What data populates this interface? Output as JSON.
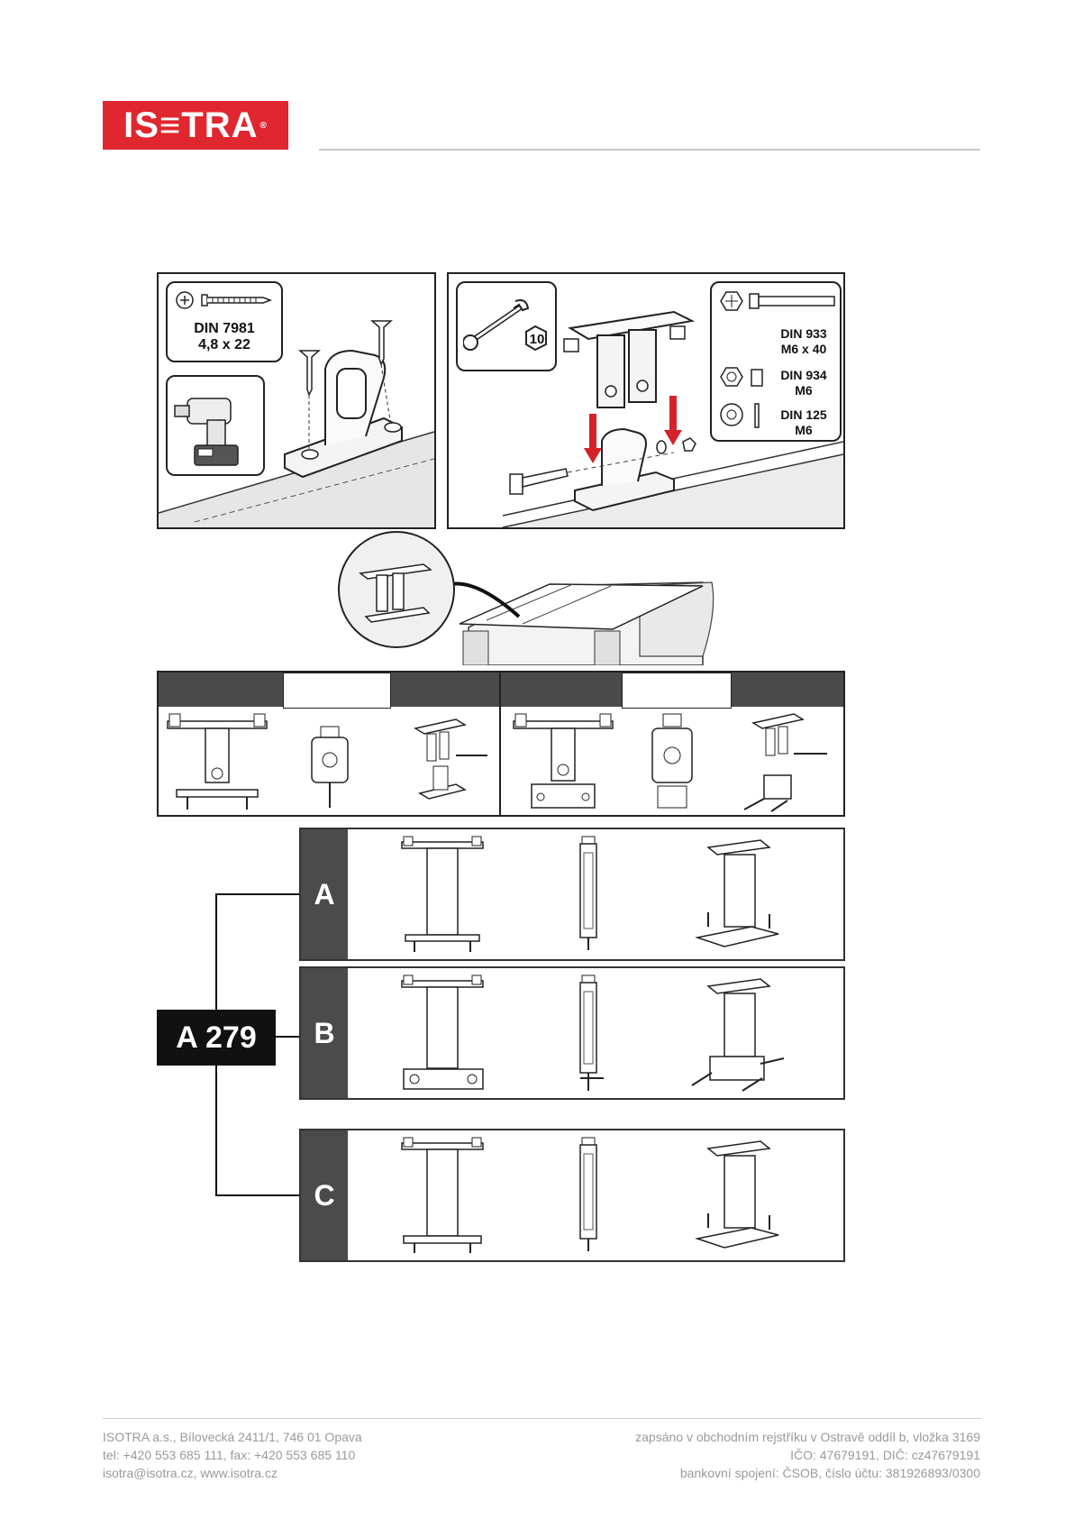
{
  "header": {
    "logo_text": "IS≡TRA",
    "logo_mark": "®",
    "brand_color": "#e0262e"
  },
  "step1": {
    "screw_spec": {
      "line1": "DIN 7981",
      "line2": "4,8 x 22"
    },
    "screw_icon": "pan-head-screw-icon",
    "tool_icon": "cordless-drill-icon"
  },
  "step2": {
    "wrench_size": "10",
    "tool_icon": "wrench-icon",
    "bolt_spec": {
      "line1": "DIN 933",
      "line2": "M6 x 40"
    },
    "nut_spec": {
      "line1": "DIN 934",
      "line2": "M6"
    },
    "washer_spec": {
      "line1": "DIN 125",
      "line2": "M6"
    },
    "arrow_color": "#d4222b"
  },
  "variants": {
    "left_label": "",
    "right_label": "",
    "band_color": "#4a4a4a"
  },
  "code": {
    "label": "A 279"
  },
  "rows": [
    {
      "letter": "A"
    },
    {
      "letter": "B"
    },
    {
      "letter": "C"
    }
  ],
  "footer": {
    "left": [
      "ISOTRA a.s., Bílovecká 2411/1, 746 01 Opava",
      "tel: +420 553 685 111, fax: +420 553 685 110",
      "isotra@isotra.cz, www.isotra.cz"
    ],
    "right": [
      "zapsáno v obchodním rejstříku v Ostravě oddíl b, vložka 3169",
      "IČO: 47679191, DIČ: cz47679191",
      "bankovní spojení: ČSOB, číslo účtu: 381926893/0300"
    ]
  }
}
